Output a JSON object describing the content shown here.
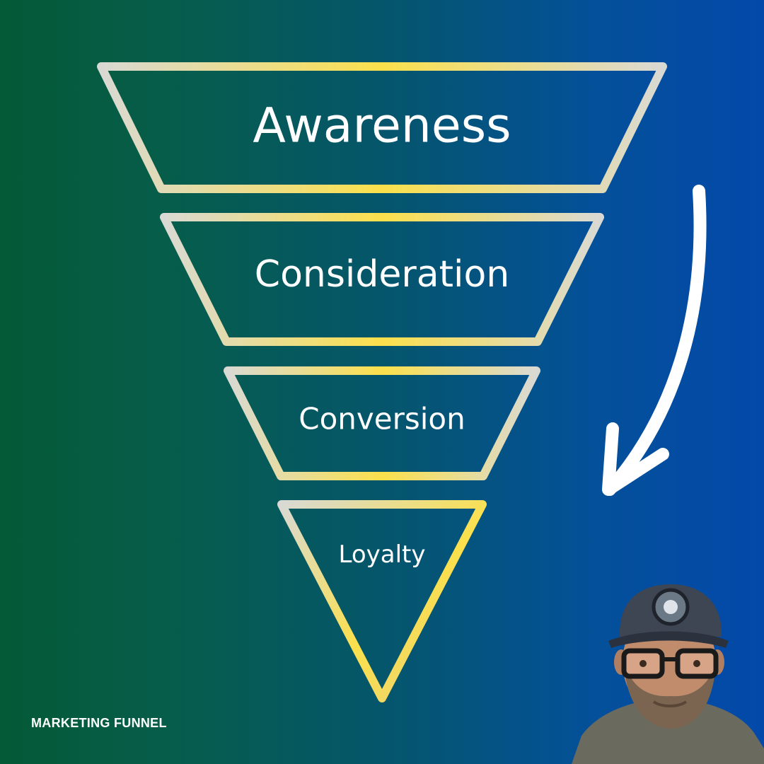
{
  "stages": {
    "awareness": "Awareness",
    "consideration": "Consideration",
    "conversion": "Conversion",
    "loyalty": "Loyalty"
  },
  "footer": {
    "title": "MARKETING FUNNEL"
  },
  "colors": {
    "outline_silver": "#d9d9d4",
    "outline_gold": "#fbe04c",
    "arrow": "#ffffff",
    "text": "#ffffff"
  },
  "icons": {
    "flow_arrow": "curved-down-arrow-icon",
    "avatar": "person-photo"
  }
}
